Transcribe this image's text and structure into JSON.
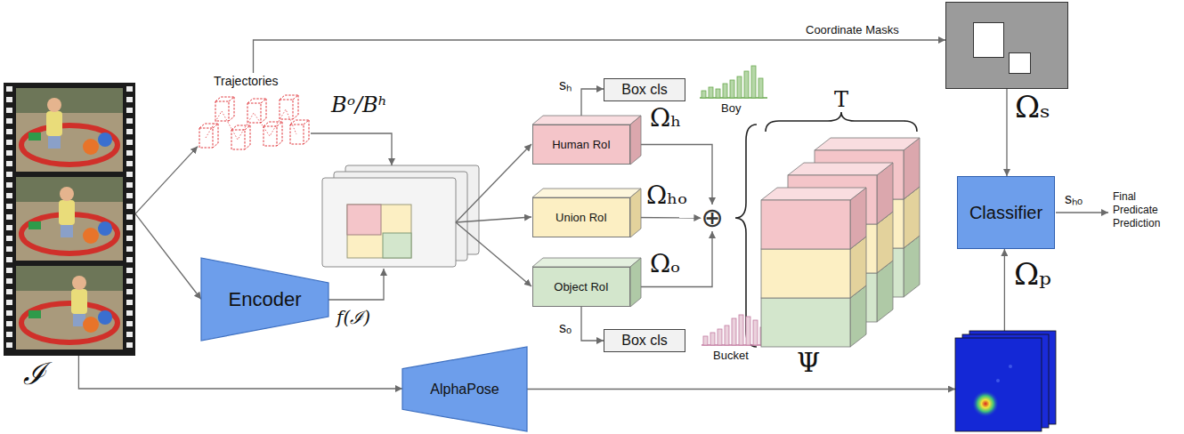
{
  "diagram": {
    "nodes": [
      {
        "text": [
          "ℐ"
        ]
      },
      {
        "text": [
          "Trajectories"
        ]
      },
      {
        "text": [
          "Encoder"
        ]
      },
      {
        "text": [
          "Box cls"
        ]
      },
      {
        "text": [
          "Human RoI"
        ]
      },
      {
        "text": [
          "Union RoI"
        ]
      },
      {
        "text": [
          "Object RoI"
        ]
      },
      {
        "text": [
          "Box cls"
        ]
      },
      {
        "text": [
          "⊕"
        ]
      },
      {
        "text": [
          "Ψ"
        ]
      },
      {
        "text": [
          "Ωₛ"
        ]
      },
      {
        "text": [
          "Classifier"
        ]
      },
      {
        "text": [
          "Ωₚ"
        ]
      },
      {
        "text": [
          "AlphaPose"
        ]
      }
    ],
    "edges": [
      {
        "from": 0,
        "to": 1,
        "arrow": "to"
      },
      {
        "from": 0,
        "to": 2,
        "arrow": "to"
      },
      {
        "from": 0,
        "to": 13,
        "arrow": "to"
      },
      {
        "from": 1,
        "to": 10,
        "label": "Coordinate Masks",
        "arrow": "to"
      },
      {
        "from": 4,
        "to": 3,
        "label": "sₕ",
        "arrow": "to"
      },
      {
        "from": 6,
        "to": 7,
        "label": "sₒ",
        "arrow": "to"
      },
      {
        "from": 4,
        "to": 8,
        "label": "Ωₕ",
        "arrow": "to"
      },
      {
        "from": 5,
        "to": 8,
        "label": "Ωₕₒ",
        "arrow": "to"
      },
      {
        "from": 6,
        "to": 8,
        "label": "Ωₒ",
        "arrow": "to"
      },
      {
        "from": 10,
        "to": 11,
        "arrow": "to"
      },
      {
        "from": 12,
        "to": 11,
        "arrow": "to"
      },
      {
        "from": 13,
        "to": 12,
        "arrow": "to"
      }
    ],
    "labels": [
      "Bᵒ/Bʰ",
      "f(ℐ)",
      "Boy",
      "Bucket",
      "T",
      "sₕₒ",
      "Final Predicate Prediction"
    ]
  }
}
